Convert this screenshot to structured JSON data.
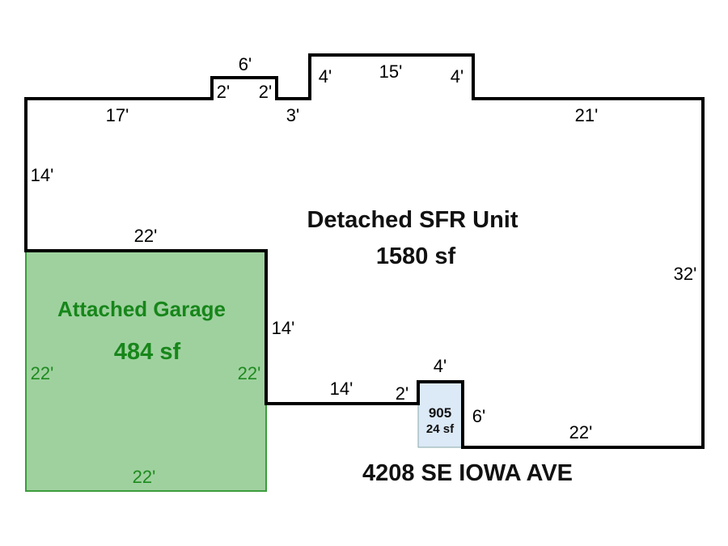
{
  "main_unit": {
    "title": "Detached SFR Unit",
    "area": "1580 sf"
  },
  "garage": {
    "title": "Attached Garage",
    "area": "484 sf",
    "dims": {
      "left": "22'",
      "right": "22'",
      "bottom": "22'"
    },
    "fill": "#9fd19f",
    "stroke": "#3c9c3c"
  },
  "small_area": {
    "code": "905",
    "area": "24 sf",
    "fill": "#dce9f6"
  },
  "address": "4208 SE IOWA AVE",
  "dimensions": {
    "top_left": "17'",
    "bump_top": "6'",
    "bump_left": "2'",
    "bump_right": "2'",
    "step": "3'",
    "upper_left": "4'",
    "upper_top": "15'",
    "upper_right": "4'",
    "top_right": "21'",
    "left": "14'",
    "garage_top": "22'",
    "right": "32'",
    "inner_vertical": "14'",
    "inner_horizontal": "14'",
    "box_left": "2'",
    "box_top": "4'",
    "box_right": "6'",
    "bottom_right": "22'"
  }
}
